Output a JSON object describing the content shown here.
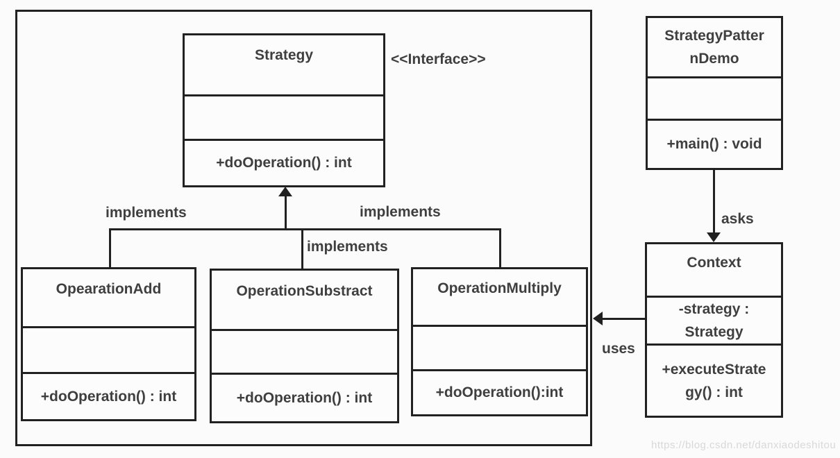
{
  "colors": {
    "line": "#212121",
    "text": "#3f3f3f",
    "background": "#fbfbfb",
    "watermark_text": "#d8d8d8"
  },
  "interface_stereotype": "<<Interface>>",
  "classes": {
    "strategy": {
      "name": "Strategy",
      "method": "+doOperation() : int"
    },
    "operation_add": {
      "name": "OpearationAdd",
      "method": "+doOperation() : int"
    },
    "operation_substract": {
      "name": "OperationSubstract",
      "method": "+doOperation() : int"
    },
    "operation_multiply": {
      "name": "OperationMultiply",
      "method": "+doOperation():int"
    },
    "strategy_pattern_demo": {
      "name_line1": "StrategyPatter",
      "name_line2": "nDemo",
      "method": "+main() : void"
    },
    "context": {
      "name": "Context",
      "attribute_line1": "-strategy :",
      "attribute_line2": "Strategy",
      "method_line1": "+executeStrate",
      "method_line2": "gy() : int"
    }
  },
  "edge_labels": {
    "implements_left": "implements",
    "implements_middle": "implements",
    "implements_right": "implements",
    "asks": "asks",
    "uses": "uses"
  },
  "watermark": "https://blog.csdn.net/danxiaodeshitou"
}
